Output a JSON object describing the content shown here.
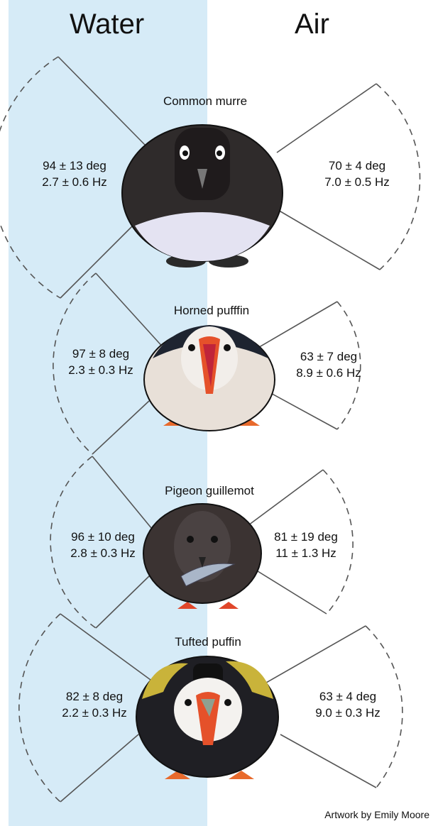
{
  "headers": {
    "water": "Water",
    "air": "Air"
  },
  "birds": [
    {
      "name": "Common murre",
      "water_angle": "94 ± 13 deg",
      "water_freq": "2.7 ± 0.6 Hz",
      "air_angle": "70 ± 4 deg",
      "air_freq": "7.0 ± 0.5 Hz"
    },
    {
      "name": "Horned pufffin",
      "water_angle": "97 ± 8 deg",
      "water_freq": "2.3 ± 0.3 Hz",
      "air_angle": "63 ± 7 deg",
      "air_freq": "8.9 ± 0.6 Hz"
    },
    {
      "name": "Pigeon guillemot",
      "water_angle": "96 ± 10 deg",
      "water_freq": "2.8 ± 0.3 Hz",
      "air_angle": "81 ± 19 deg",
      "air_freq": "11 ± 1.3 Hz"
    },
    {
      "name": "Tufted puffin",
      "water_angle": "82 ± 8 deg",
      "water_freq": "2.2 ± 0.3 Hz",
      "air_angle": "63 ± 4 deg",
      "air_freq": "9.0 ± 0.3 Hz"
    }
  ],
  "credit": "Artwork by Emily Moore",
  "colors": {
    "water_band": "#d6ebf7",
    "murre_body": "#2f2b2b",
    "puffin_bill": "#e5512a",
    "feet": "#e86a2c",
    "tuft": "#c9b33a"
  }
}
